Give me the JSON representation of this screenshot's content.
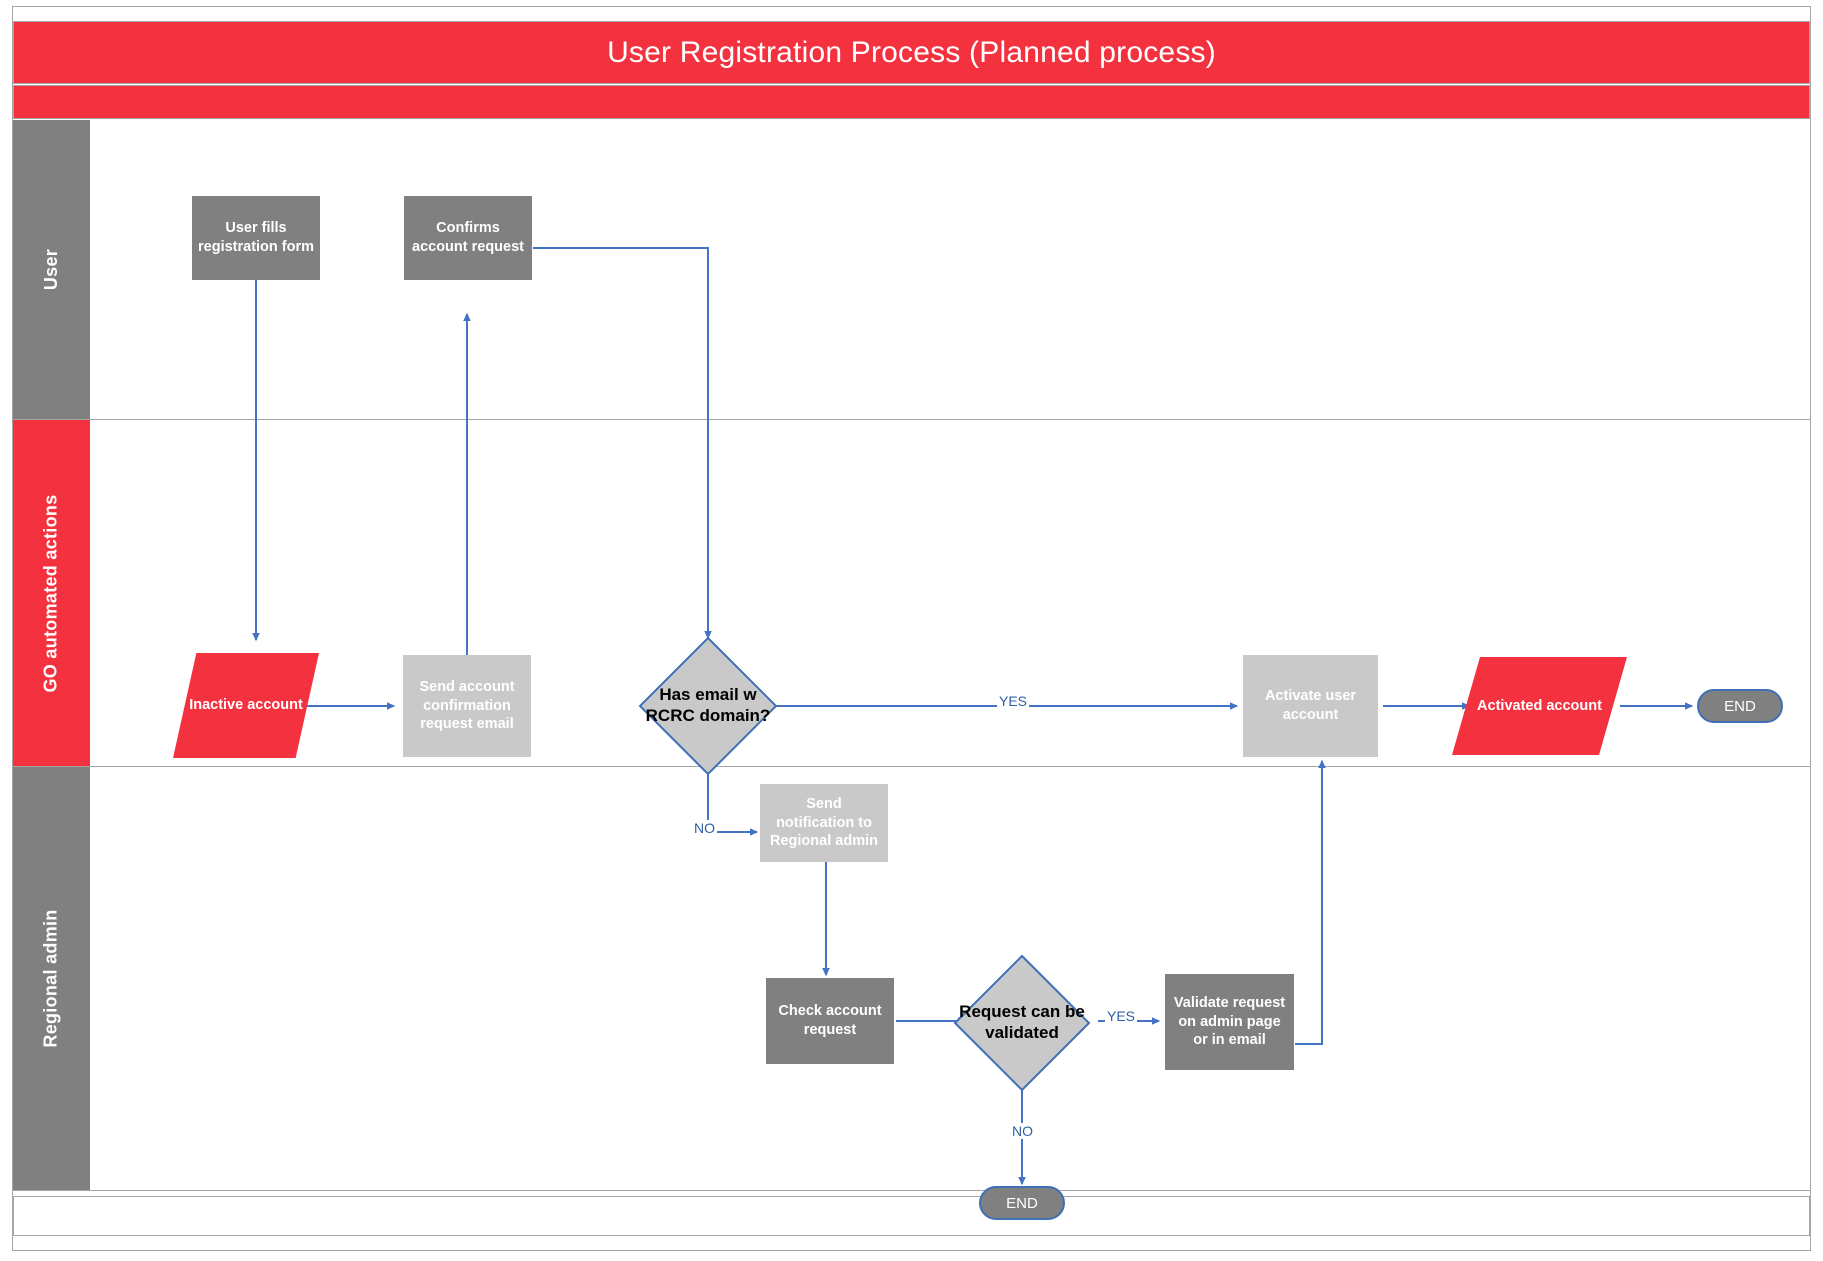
{
  "diagram": {
    "title": "User Registration Process (Planned process)",
    "type": "swimlane-flowchart",
    "colors": {
      "accent_red": "#F4313F",
      "lane_gray": "#808080",
      "node_light_gray": "#C9C9C9",
      "connector_blue": "#4472C4",
      "border_gray": "#A6A6A6"
    }
  },
  "lanes": [
    {
      "id": "user",
      "label": "User",
      "header_color": "#808080"
    },
    {
      "id": "go",
      "label": "GO automated actions",
      "header_color": "#F4313F"
    },
    {
      "id": "admin",
      "label": "Regional admin",
      "header_color": "#808080"
    }
  ],
  "nodes": {
    "user_fills_form": {
      "label": "User fills registration form",
      "shape": "process",
      "lane": "user",
      "style": "gray"
    },
    "confirms_request": {
      "label": "Confirms account request",
      "shape": "process",
      "lane": "user",
      "style": "gray"
    },
    "inactive_account": {
      "label": "Inactive account",
      "shape": "data",
      "lane": "go",
      "style": "red"
    },
    "send_confirmation": {
      "label": "Send account confirmation request email",
      "shape": "process",
      "lane": "go",
      "style": "light"
    },
    "has_email_domain": {
      "label": "Has email w RCRC domain?",
      "shape": "decision",
      "lane": "go",
      "style": "light"
    },
    "send_notification": {
      "label": "Send notification to Regional admin",
      "shape": "process",
      "lane": "go",
      "style": "light"
    },
    "activate_account": {
      "label": "Activate user account",
      "shape": "process",
      "lane": "go",
      "style": "light"
    },
    "activated_account": {
      "label": "Activated account",
      "shape": "data",
      "lane": "go",
      "style": "red"
    },
    "end_go": {
      "label": "END",
      "shape": "terminator",
      "lane": "go",
      "style": "pill"
    },
    "check_request": {
      "label": "Check account request",
      "shape": "process",
      "lane": "admin",
      "style": "gray"
    },
    "request_validated": {
      "label": "Request can be validated",
      "shape": "decision",
      "lane": "admin",
      "style": "light"
    },
    "validate_request": {
      "label": "Validate request on admin page or in email",
      "shape": "process",
      "lane": "admin",
      "style": "gray"
    },
    "end_admin": {
      "label": "END",
      "shape": "terminator",
      "lane": "admin",
      "style": "pill"
    }
  },
  "edge_labels": {
    "domain_yes": "YES",
    "domain_no": "NO",
    "validated_yes": "YES",
    "validated_no": "NO"
  },
  "edges": [
    {
      "from": "user_fills_form",
      "to": "inactive_account",
      "label": ""
    },
    {
      "from": "inactive_account",
      "to": "send_confirmation",
      "label": ""
    },
    {
      "from": "send_confirmation",
      "to": "confirms_request",
      "label": ""
    },
    {
      "from": "confirms_request",
      "to": "has_email_domain",
      "label": ""
    },
    {
      "from": "has_email_domain",
      "to": "activate_account",
      "label": "YES"
    },
    {
      "from": "has_email_domain",
      "to": "send_notification",
      "label": "NO"
    },
    {
      "from": "activate_account",
      "to": "activated_account",
      "label": ""
    },
    {
      "from": "activated_account",
      "to": "end_go",
      "label": ""
    },
    {
      "from": "send_notification",
      "to": "check_request",
      "label": ""
    },
    {
      "from": "check_request",
      "to": "request_validated",
      "label": ""
    },
    {
      "from": "request_validated",
      "to": "validate_request",
      "label": "YES"
    },
    {
      "from": "request_validated",
      "to": "end_admin",
      "label": "NO"
    },
    {
      "from": "validate_request",
      "to": "activate_account",
      "label": ""
    }
  ]
}
